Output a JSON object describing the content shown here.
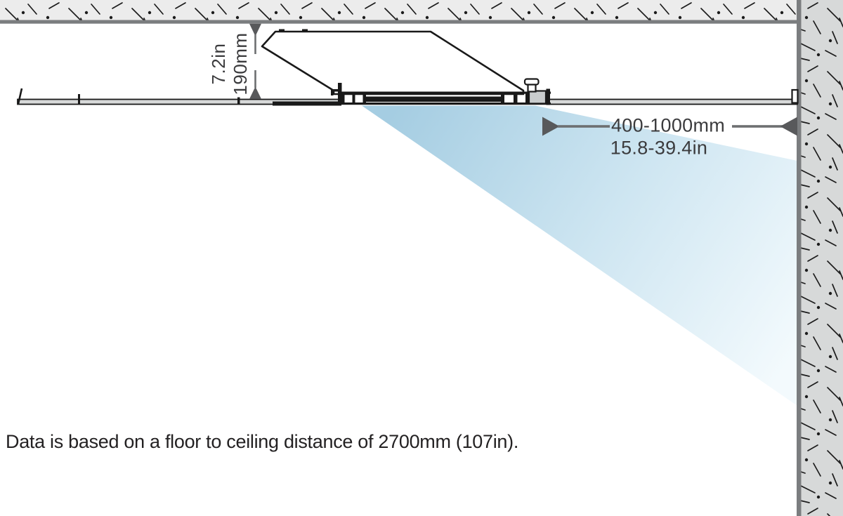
{
  "diagram": {
    "type": "projector recessed ceiling installation cross-section",
    "vertical_dimension": {
      "line1": "7.2in",
      "line2": "190mm"
    },
    "horizontal_dimension": {
      "line1": "400-1000mm",
      "line2": "15.8-39.4in"
    },
    "note": "Data is based on a floor to ceiling distance of 2700mm (107in)."
  },
  "colors": {
    "concrete_fill": "#ececec",
    "wall_fill": "#d7d9d9",
    "border_gray": "#7b7d7f",
    "band_fill": "#d7d9d9",
    "line_black": "#191919",
    "beam_start": "#a5cde2",
    "beam_mid": "#cde5f1",
    "beam_end": "#f3fafd",
    "dim_line": "#6d6f71",
    "arrow_fill": "#58595b",
    "dim_text": "#3b3b3d",
    "note_text": "#232122",
    "block_gray": "#c9cccd"
  }
}
